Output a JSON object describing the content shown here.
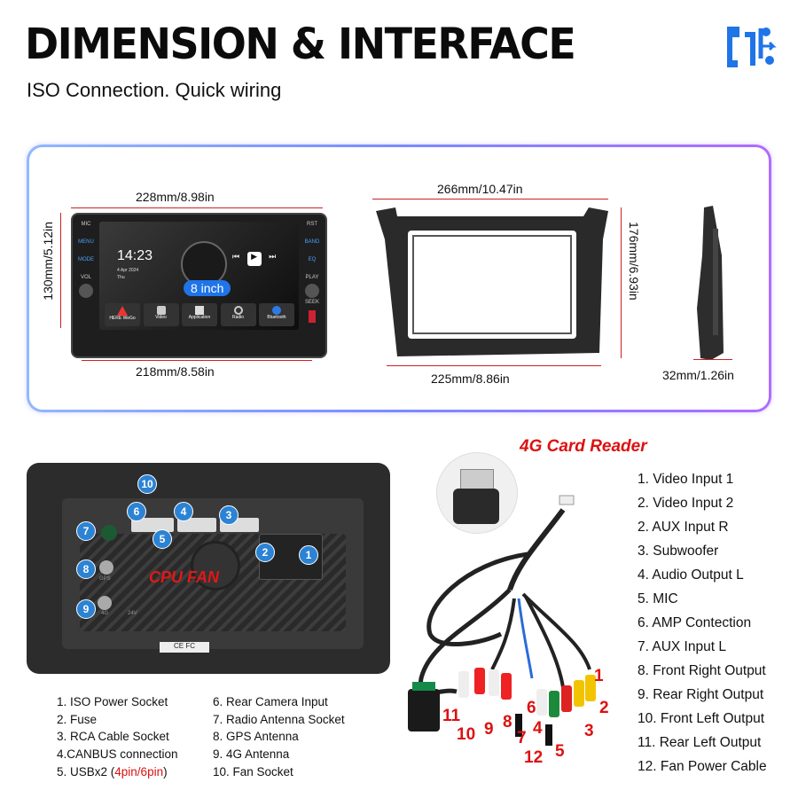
{
  "header": {
    "title": "DIMENSION & INTERFACE",
    "subtitle": "ISO Connection. Quick wiring"
  },
  "dimensions": {
    "unit_width_top": "228mm/8.98in",
    "unit_width_bottom": "218mm/8.58in",
    "unit_height": "130mm/5.12in",
    "frame_width_top": "266mm/10.47in",
    "frame_width_bottom": "225mm/8.86in",
    "frame_height": "176mm/6.93in",
    "depth": "32mm/1.26in"
  },
  "device_screen": {
    "clock": "14:23",
    "date": "4 Apr 2024",
    "day": "Thu",
    "size_badge": "8 inch",
    "left_buttons": [
      "MIC",
      "MENU",
      "MODE",
      "VOL"
    ],
    "right_buttons": [
      "RST",
      "BAND",
      "EQ",
      "PLAY",
      "SEEK"
    ],
    "apps": [
      "HERE WeGo",
      "Video",
      "Application",
      "Radio",
      "Bluetooth"
    ]
  },
  "back_panel": {
    "cpu_fan_label": "CPU FAN",
    "callouts": [
      "10",
      "6",
      "4",
      "3",
      "7",
      "5",
      "2",
      "1",
      "8",
      "9"
    ],
    "port_labels": [
      "GPS",
      "4G",
      "24V"
    ],
    "cert_label": "CE FC"
  },
  "card_reader_title": "4G Card Reader",
  "wire_numbers": [
    "1",
    "2",
    "3",
    "4",
    "5",
    "6",
    "7",
    "8",
    "9",
    "10",
    "11",
    "12"
  ],
  "left_list": {
    "col1": [
      "1. ISO Power Socket",
      "2. Fuse",
      "3. RCA Cable Socket",
      "4.CANBUS connection"
    ],
    "usb_prefix": "5. USBx2 (",
    "usb_highlight": "4pin/6pin",
    "usb_suffix": ")",
    "col2": [
      "6. Rear Camera Input",
      "7. Radio Antenna Socket",
      "8. GPS Antenna",
      "9. 4G Antenna",
      "10. Fan Socket"
    ]
  },
  "right_list": [
    "1. Video Input 1",
    "2. Video Input 2",
    "2. AUX Input R",
    "3. Subwoofer",
    "4. Audio Output L",
    "5. MIC",
    "6. AMP Contection",
    "7. AUX Input L",
    "8. Front Right Output",
    "9. Rear Right Output",
    "10. Front Left Output",
    "11. Rear Left Output",
    "12. Fan Power Cable"
  ],
  "colors": {
    "accent_blue": "#1f74e8",
    "red": "#dd1111",
    "dark_unit": "#2b2b2b"
  }
}
